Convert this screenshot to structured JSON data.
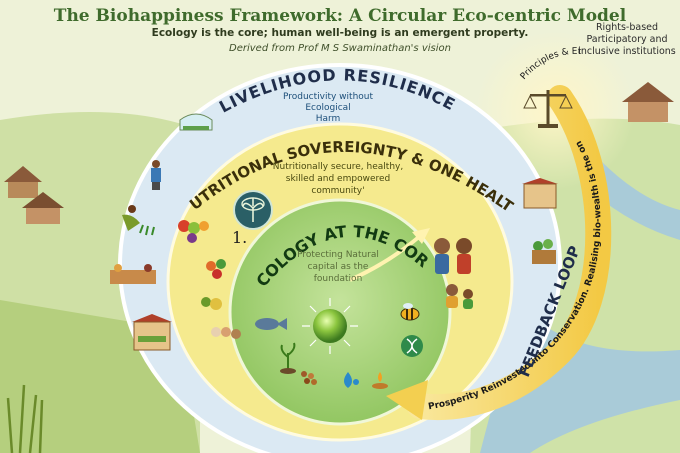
{
  "title": "The Biohappiness Framework: A Circular Eco-centric Model",
  "subtitle": "Ecology is the core; human well-being is an emergent property.",
  "derived": "Derived from Prof M S Swaminathan's vision",
  "rings": {
    "livelihood": {
      "label": "LIVELIHOOD RESILIENCE",
      "sub": [
        "Productivity without Ecological",
        "Harm"
      ]
    },
    "nutrition": {
      "label": "NUTRITIONAL SOVEREIGNTY & ONE HEALTH",
      "sub": [
        "Nutritionally secure, healthy,",
        "skilled and empowered",
        "community'"
      ]
    },
    "ecology": {
      "label": "ECOLOGY AT THE CORE",
      "sub": [
        "Protecting Natural",
        "capital as the",
        "foundation"
      ]
    }
  },
  "number_label": "1.",
  "principles": {
    "arc_label": "Principles & Ethics",
    "side": [
      "Rights-based",
      "Participatory and",
      "inclusive institutions"
    ]
  },
  "feedback": {
    "label": "FEEDBACK LOOP",
    "arrow_text": "Prosperity Reinvested into Conservation. Realising bio-wealth is the only long-term capital."
  },
  "icons": [
    "greenhouse-icon",
    "farmer-icon",
    "planting-icon",
    "market-stall-icon",
    "produce-basket-icon",
    "tree-of-life-logo-icon",
    "family-icon",
    "fish-icon",
    "seedling-icon",
    "seeds-icon",
    "water-drop-icon",
    "oil-lamp-icon",
    "bee-icon",
    "dna-icon",
    "green-orb-icon",
    "scales-icon"
  ],
  "colors": {
    "title": "#3f6b2c",
    "outer_ring": "#dce9f3",
    "middle_ring": "#f3e88a",
    "inner_core": "#9ecf6a",
    "arrow": "#f5d96a"
  }
}
